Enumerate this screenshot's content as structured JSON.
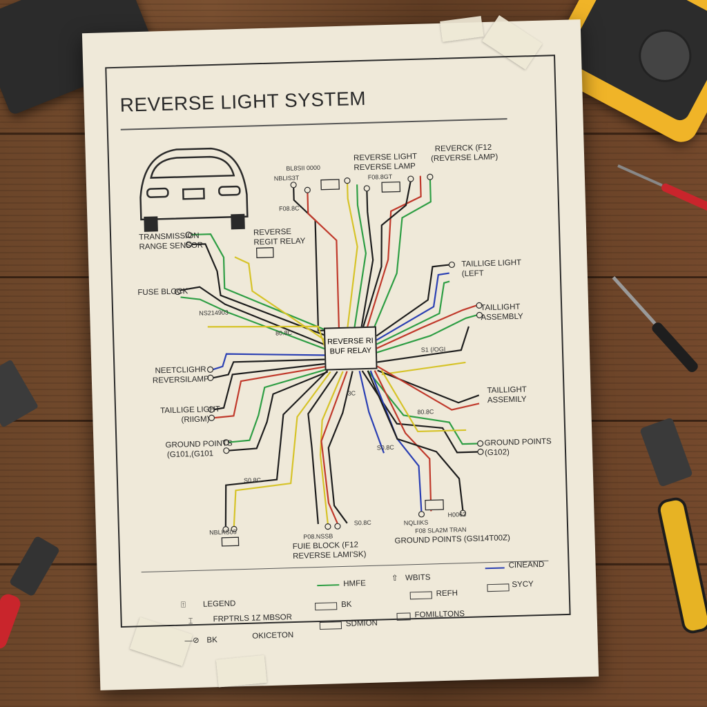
{
  "title": "REVERSE LIGHT SYSTEM",
  "labels": {
    "top_left_code1": "BL8SII 0000",
    "top_left_code2": "NBLIS3T",
    "top_left_code3": "F08.8C",
    "top_reverse_light": "REVERSE LIGHT",
    "top_reverse_lamp": "REVERSE LAMP",
    "top_code_mid": "F08.8GT",
    "top_right_1": "REVERCK (F12",
    "top_right_2": "(REVERSE LAMP)",
    "trans_1": "TRANSMISSION",
    "trans_2": "RANGE SENSOR",
    "relay_top_1": "REVERSE",
    "relay_top_2": "REGIT RELAY",
    "fuse_block_left": "FUSE BLOCK",
    "code_left_mid": "NS214903",
    "neetc_1": "NEETCLIGHR",
    "neetc_2": "REVERSILAMP",
    "taillight_right_1": "TAILLIGE LIGHT",
    "taillight_right_2": "(RIIGM)",
    "ground_left_1": "GROUND POINTS",
    "ground_left_2": "(G101,(G101",
    "taillight_left_1": "TAILLIGE LIGHT",
    "taillight_left_2": "(LEFT",
    "taillight_asm_1": "TAILLIGHT",
    "taillight_asm_2": "ASSEMBLY",
    "code_right_mid": "S1 (/OGI",
    "taillight_asm2_1": "TAILLIGHT",
    "taillight_asm2_2": "ASSEMILY",
    "ground_right_1": "GROUND POINTS",
    "ground_right_2": "(G102)",
    "relay_center_1": "REVERSE RI",
    "relay_center_2": "BUF RELAY",
    "bottom_code_left": "NBLKS05",
    "bottom_code_mid": "P08.NSSB",
    "bottom_fuse_1": "FUIE BLOCK (F12",
    "bottom_fuse_2": "REVERSE LAMI'SK)",
    "bottom_code_r1": "NQLIIKS",
    "bottom_code_r2": "H0063",
    "bottom_code_r3": "F08 SLA2M TRAN",
    "bottom_ground": "GROUND POINTS (GSI14T00Z)",
    "wire_code_1": "80.8C",
    "wire_code_2": "3C",
    "wire_code_3": "S0 8C",
    "wire_code_4": "80.8C",
    "wire_code_5": "S0.8C",
    "wire_code_6": "S0.8C"
  },
  "legend": {
    "legend": "LEGEND",
    "frpfr": "FRPTRLS 1Z MBSOR",
    "bk1": "BK",
    "okiceton": "OKICETON",
    "hmfe": "HMFE",
    "bk2": "BK",
    "sdmion": "SDMION",
    "wbits": "WBITS",
    "refh": "REFH",
    "fomilltons": "FOMILLTONS",
    "cineand": "CINEAND",
    "sycy": "SYCY"
  },
  "colors": {
    "red": "#c0392b",
    "green": "#2e9e44",
    "blue": "#2a3fb3",
    "yellow": "#d6c328",
    "black": "#1d1d1d"
  }
}
